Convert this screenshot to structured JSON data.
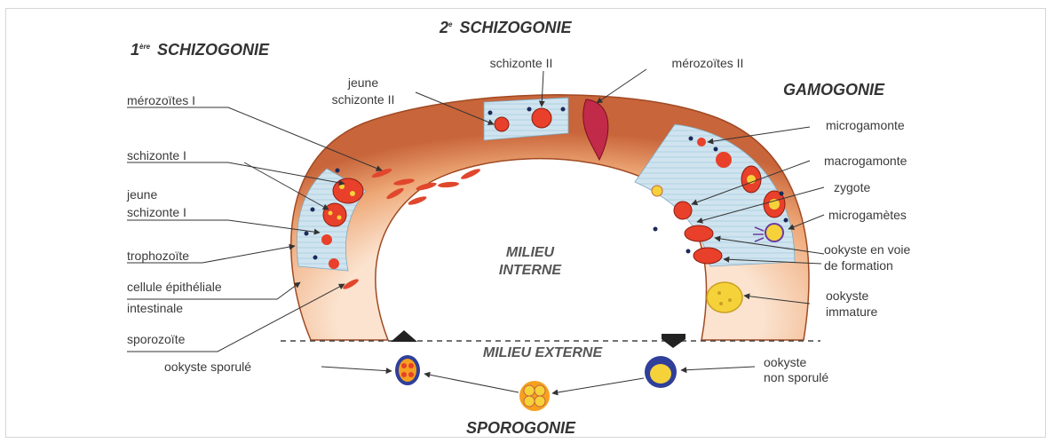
{
  "phases": {
    "schizogonie_1": "1ère SCHIZOGONIE",
    "schizogonie_1_num": "1",
    "schizogonie_1_sup": "ère",
    "schizogonie_1_word": "SCHIZOGONIE",
    "schizogonie_2_num": "2",
    "schizogonie_2_sup": "e",
    "schizogonie_2_word": "SCHIZOGONIE",
    "gamogonie": "GAMOGONIE",
    "sporogonie": "SPOROGONIE"
  },
  "milieux": {
    "interne_1": "MILIEU",
    "interne_2": "INTERNE",
    "externe": "MILIEU EXTERNE"
  },
  "labels_left": {
    "merozoites_1": "mérozoïtes I",
    "schizonte_1": "schizonte I",
    "jeune_schizonte_1_a": "jeune",
    "jeune_schizonte_1_b": "schizonte I",
    "trophozoite": "trophozoïte",
    "cellule_a": "cellule épithéliale",
    "cellule_b": "intestinale",
    "sporozoite": "sporozoïte",
    "ookyste_sporule": "ookyste sporulé"
  },
  "labels_top": {
    "jeune_schizonte_2_a": "jeune",
    "jeune_schizonte_2_b": "schizonte II",
    "schizonte_2": "schizonte II",
    "merozoites_2": "mérozoïtes II"
  },
  "labels_right": {
    "microgamonte": "microgamonte",
    "macrogamonte": "macrogamonte",
    "zygote": "zygote",
    "microgametes": "microgamètes",
    "ookyste_formation_a": "ookyste en voie",
    "ookyste_formation_b": "de formation",
    "ookyste_immature_a": "ookyste",
    "ookyste_immature_b": "immature",
    "ookyste_non_sporule_a": "ookyste",
    "ookyste_non_sporule_b": "non sporulé"
  },
  "colors": {
    "intestine_wall": "#eea877",
    "intestine_dark": "#c8653a",
    "epithelium": "#cfe4ef",
    "parasite_red": "#e8402a",
    "parasite_yellow": "#f5d23a",
    "oocyst_blue": "#2f3f9a"
  }
}
